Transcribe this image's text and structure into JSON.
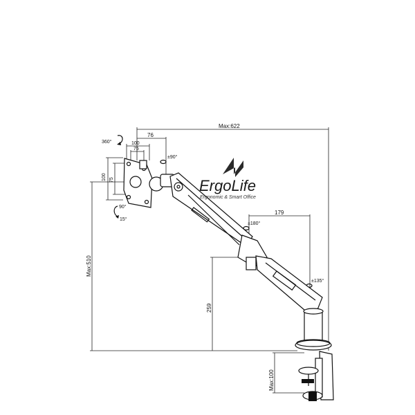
{
  "brand": {
    "name": "ErgoLife",
    "name_part1": "Ergo",
    "name_part2": "Life",
    "tagline": "Ergonomic & Smart Office"
  },
  "dimensions": {
    "max_reach": "Max:622",
    "arm_offset": "76",
    "vesa_100": "100",
    "vesa_75": "75",
    "vesa_100_v": "100",
    "vesa_75_v": "75",
    "max_height": "Max:510",
    "pole_height": "259",
    "upper_arm": "179",
    "clamp_max": "Max:100"
  },
  "rotations": {
    "rotate": "360°",
    "tilt_head": "±90°",
    "tilt_down": "90°",
    "tilt_up": "15°",
    "swivel_elbow": "±180°",
    "swivel_base": "±135°"
  }
}
